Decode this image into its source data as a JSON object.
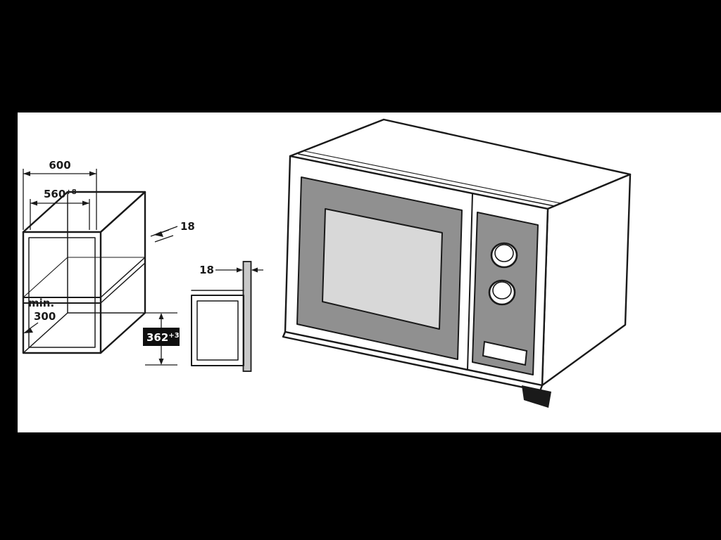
{
  "colors": {
    "background": "#000000",
    "canvas": "#ffffff",
    "line": "#1a1a1a",
    "panel-gray": "#909090",
    "window-gray": "#d8d8d8",
    "wall-gray": "#c8c8c8",
    "dim-box-bg": "#0f0f0f",
    "dim-box-text": "#ffffff"
  },
  "dimensions": {
    "outer_width": "600",
    "inner_width": "560",
    "inner_width_tol": "+8",
    "top_panel_thickness": "18",
    "side_panel_thickness": "18",
    "min_prefix": "min.",
    "min_depth": "300",
    "niche_height": "362",
    "niche_height_tol": "+3"
  }
}
